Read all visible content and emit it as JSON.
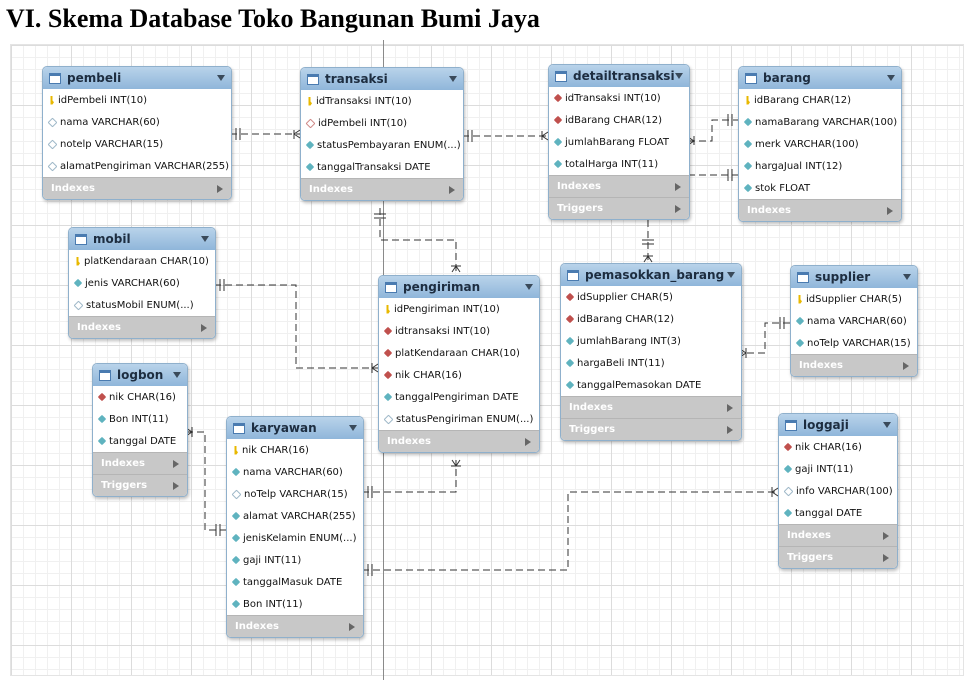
{
  "title": "VI. Skema Database Toko Bangunan Bumi Jaya",
  "tables": {
    "pembeli": {
      "name": "pembeli",
      "cols": [
        {
          "t": "pk",
          "text": "idPembeli INT(10)"
        },
        {
          "t": "nul",
          "text": "nama VARCHAR(60)"
        },
        {
          "t": "nul",
          "text": "notelp VARCHAR(15)"
        },
        {
          "t": "nul",
          "text": "alamatPengiriman VARCHAR(255)"
        }
      ],
      "footers": [
        "Indexes"
      ]
    },
    "transaksi": {
      "name": "transaksi",
      "cols": [
        {
          "t": "pk",
          "text": "idTransaksi INT(10)"
        },
        {
          "t": "fkn",
          "text": "idPembeli INT(10)"
        },
        {
          "t": "att",
          "text": "statusPembayaran ENUM(...)"
        },
        {
          "t": "att",
          "text": "tanggalTransaksi DATE"
        }
      ],
      "footers": [
        "Indexes"
      ]
    },
    "detailtransaksi": {
      "name": "detailtransaksi",
      "cols": [
        {
          "t": "fk",
          "text": "idTransaksi INT(10)"
        },
        {
          "t": "fk",
          "text": "idBarang CHAR(12)"
        },
        {
          "t": "att",
          "text": "jumlahBarang FLOAT"
        },
        {
          "t": "att",
          "text": "totalHarga INT(11)"
        }
      ],
      "footers": [
        "Indexes",
        "Triggers"
      ]
    },
    "barang": {
      "name": "barang",
      "cols": [
        {
          "t": "pk",
          "text": "idBarang CHAR(12)"
        },
        {
          "t": "att",
          "text": "namaBarang VARCHAR(100)"
        },
        {
          "t": "att",
          "text": "merk VARCHAR(100)"
        },
        {
          "t": "att",
          "text": "hargaJual INT(12)"
        },
        {
          "t": "att",
          "text": "stok FLOAT"
        }
      ],
      "footers": [
        "Indexes"
      ]
    },
    "mobil": {
      "name": "mobil",
      "cols": [
        {
          "t": "pk",
          "text": "platKendaraan CHAR(10)"
        },
        {
          "t": "att",
          "text": "jenis VARCHAR(60)"
        },
        {
          "t": "nul",
          "text": "statusMobil ENUM(...)"
        }
      ],
      "footers": [
        "Indexes"
      ]
    },
    "pengiriman": {
      "name": "pengiriman",
      "cols": [
        {
          "t": "pk",
          "text": "idPengiriman INT(10)"
        },
        {
          "t": "fk",
          "text": "idtransaksi INT(10)"
        },
        {
          "t": "fk",
          "text": "platKendaraan CHAR(10)"
        },
        {
          "t": "fk",
          "text": "nik CHAR(16)"
        },
        {
          "t": "att",
          "text": "tanggalPengiriman DATE"
        },
        {
          "t": "nul",
          "text": "statusPengiriman ENUM(...)"
        }
      ],
      "footers": [
        "Indexes"
      ]
    },
    "pemasokkan_barang": {
      "name": "pemasokkan_barang",
      "cols": [
        {
          "t": "fk",
          "text": "idSupplier CHAR(5)"
        },
        {
          "t": "fk",
          "text": "idBarang CHAR(12)"
        },
        {
          "t": "att",
          "text": "jumlahBarang INT(3)"
        },
        {
          "t": "att",
          "text": "hargaBeli INT(11)"
        },
        {
          "t": "att",
          "text": "tanggalPemasokan DATE"
        }
      ],
      "footers": [
        "Indexes",
        "Triggers"
      ]
    },
    "supplier": {
      "name": "supplier",
      "cols": [
        {
          "t": "pk",
          "text": "idSupplier CHAR(5)"
        },
        {
          "t": "att",
          "text": "nama VARCHAR(60)"
        },
        {
          "t": "att",
          "text": "noTelp VARCHAR(15)"
        }
      ],
      "footers": [
        "Indexes"
      ]
    },
    "logbon": {
      "name": "logbon",
      "cols": [
        {
          "t": "fk",
          "text": "nik CHAR(16)"
        },
        {
          "t": "att",
          "text": "Bon INT(11)"
        },
        {
          "t": "att",
          "text": "tanggal DATE"
        }
      ],
      "footers": [
        "Indexes",
        "Triggers"
      ]
    },
    "karyawan": {
      "name": "karyawan",
      "cols": [
        {
          "t": "pk",
          "text": "nik CHAR(16)"
        },
        {
          "t": "att",
          "text": "nama VARCHAR(60)"
        },
        {
          "t": "nul",
          "text": "noTelp VARCHAR(15)"
        },
        {
          "t": "att",
          "text": "alamat VARCHAR(255)"
        },
        {
          "t": "att",
          "text": "jenisKelamin ENUM(...)"
        },
        {
          "t": "att",
          "text": "gaji INT(11)"
        },
        {
          "t": "att",
          "text": "tanggalMasuk DATE"
        },
        {
          "t": "att",
          "text": "Bon INT(11)"
        }
      ],
      "footers": [
        "Indexes"
      ]
    },
    "loggaji": {
      "name": "loggaji",
      "cols": [
        {
          "t": "fk",
          "text": "nik CHAR(16)"
        },
        {
          "t": "att",
          "text": "gaji INT(11)"
        },
        {
          "t": "nul",
          "text": "info VARCHAR(100)"
        },
        {
          "t": "att",
          "text": "tanggal DATE"
        }
      ],
      "footers": [
        "Indexes",
        "Triggers"
      ]
    }
  }
}
